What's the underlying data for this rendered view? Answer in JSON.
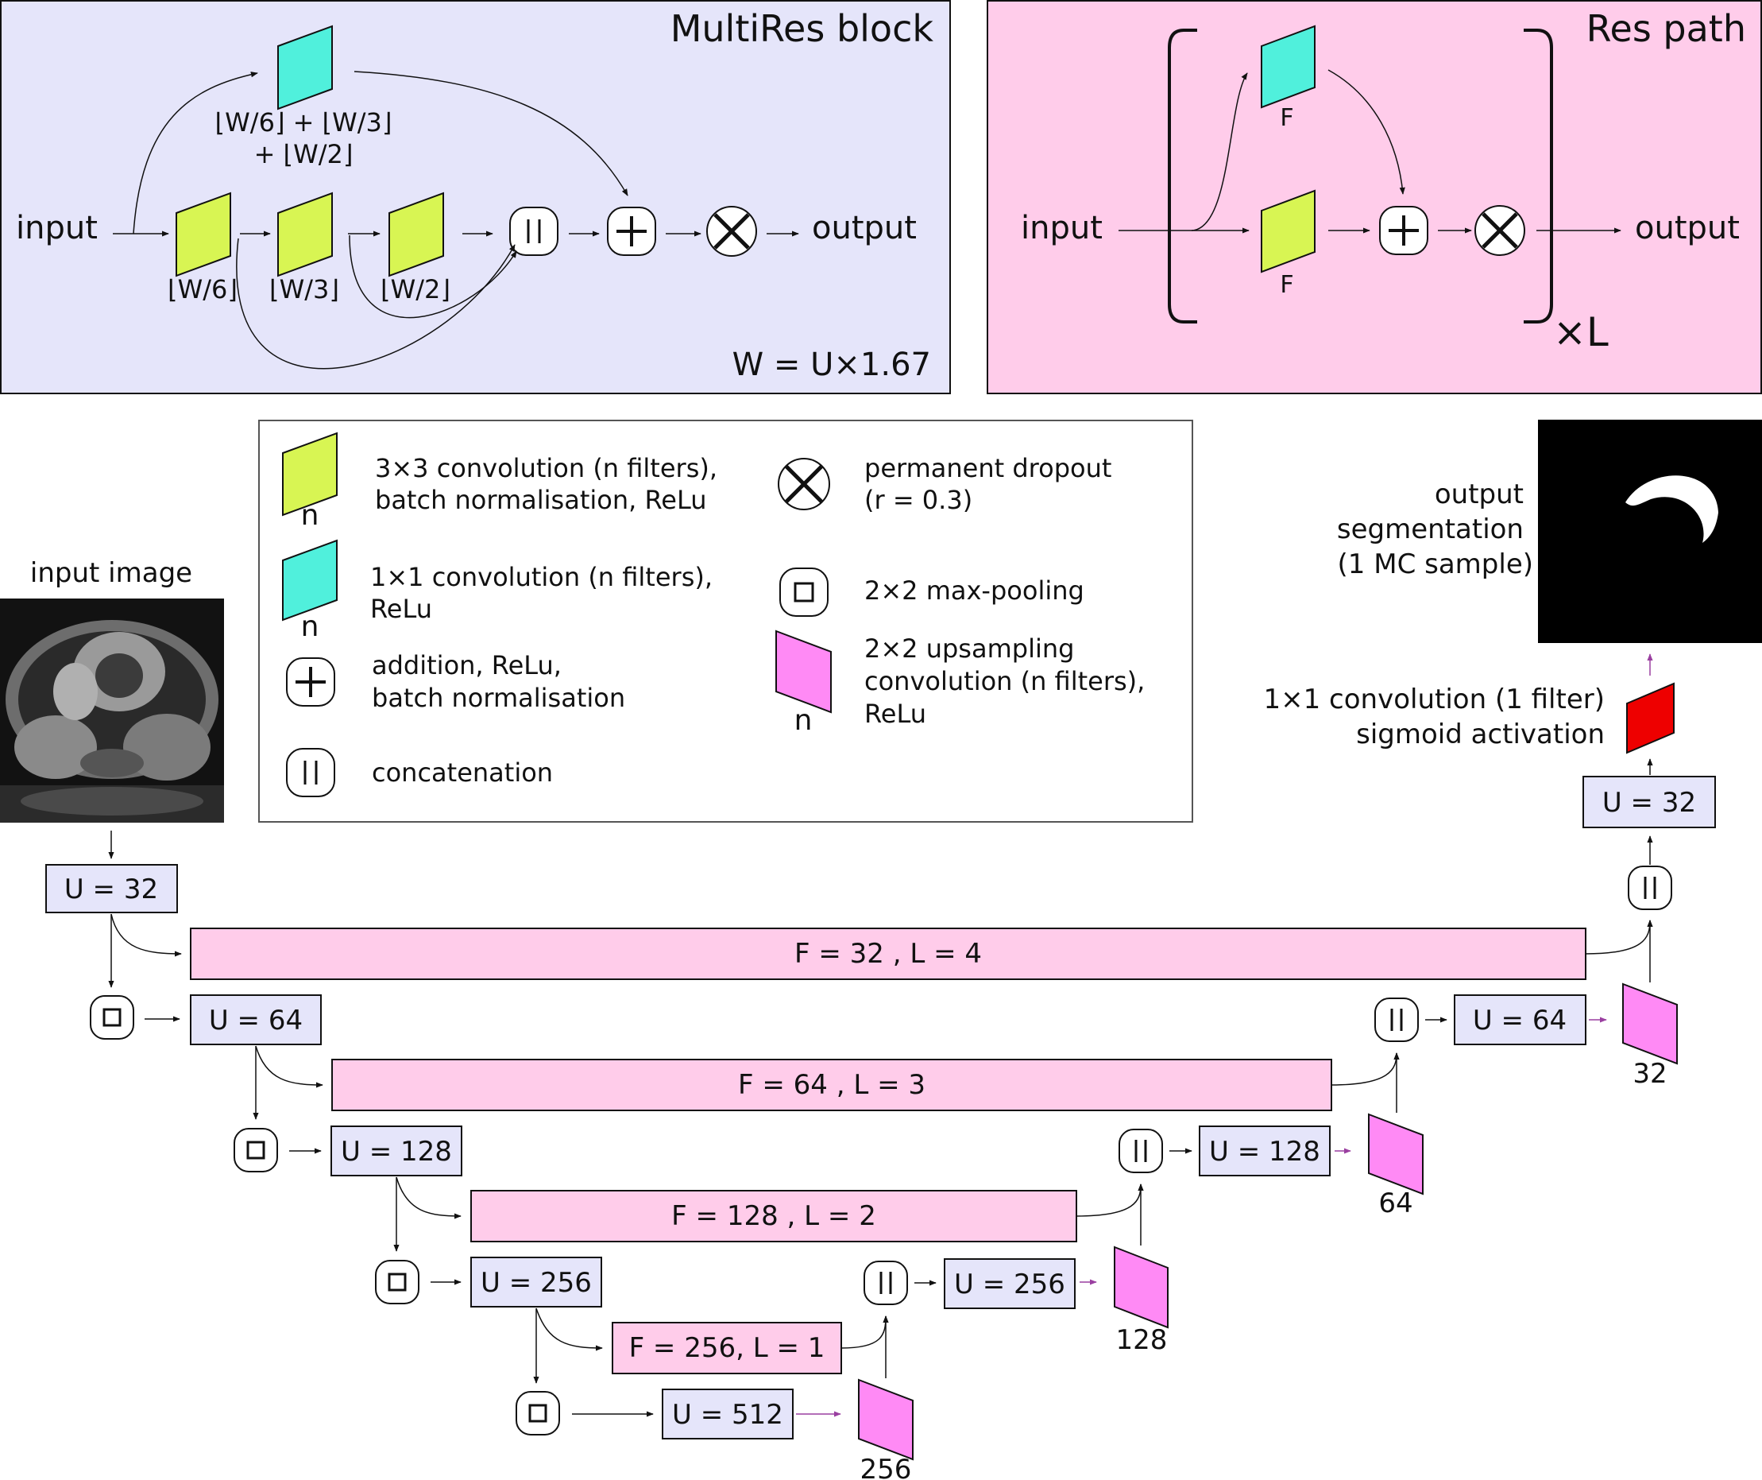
{
  "multires": {
    "title": "MultiRes block",
    "input": "input",
    "output": "output",
    "w6": "⌊W/6⌋",
    "w3": "⌊W/3⌋",
    "w2": "⌊W/2⌋",
    "shortcut_line1": "⌊W/6⌋ + ⌊W/3⌋",
    "shortcut_line2": "+ ⌊W/2⌋",
    "formula": "W = U×1.67"
  },
  "respath": {
    "title": "Res path",
    "input": "input",
    "output": "output",
    "f_top": "F",
    "f_bottom": "F",
    "repeat": "×L"
  },
  "legend": {
    "conv3": [
      "3×3 convolution (n filters),",
      "batch normalisation, ReLu"
    ],
    "conv1": [
      "1×1 convolution (n filters),",
      "ReLu"
    ],
    "add": [
      "addition, ReLu,",
      "batch normalisation"
    ],
    "concat": "concatenation",
    "dropout": [
      "permanent dropout",
      "(r = 0.3)"
    ],
    "maxpool": "2×2 max-pooling",
    "upsample": [
      "2×2 upsampling",
      "convolution (n filters),",
      "ReLu"
    ],
    "n": "n"
  },
  "network": {
    "input_label": "input image",
    "output_label": [
      "output",
      "segmentation",
      "(1 MC sample)"
    ],
    "final_conv": [
      "1×1 convolution (1 filter)",
      "sigmoid activation"
    ],
    "encoder": [
      "U = 32",
      "U = 64",
      "U = 128",
      "U = 256",
      "U = 512"
    ],
    "respaths": [
      "F = 32 , L = 4",
      "F = 64 , L = 3",
      "F = 128 , L = 2",
      "F = 256, L = 1"
    ],
    "decoder": [
      "U = 256",
      "U = 128",
      "U = 64",
      "U = 32"
    ],
    "upsample_labels": [
      "256",
      "128",
      "64",
      "32"
    ]
  },
  "colors": {
    "multires_bg": "#e5e5fa",
    "respath_bg": "#ffccea",
    "conv3": "#d8f553",
    "conv1": "#50f0dc",
    "upsample": "#ff8af5",
    "final": "#ee0000",
    "block": "#e5e5fa",
    "path": "#ffccea"
  }
}
